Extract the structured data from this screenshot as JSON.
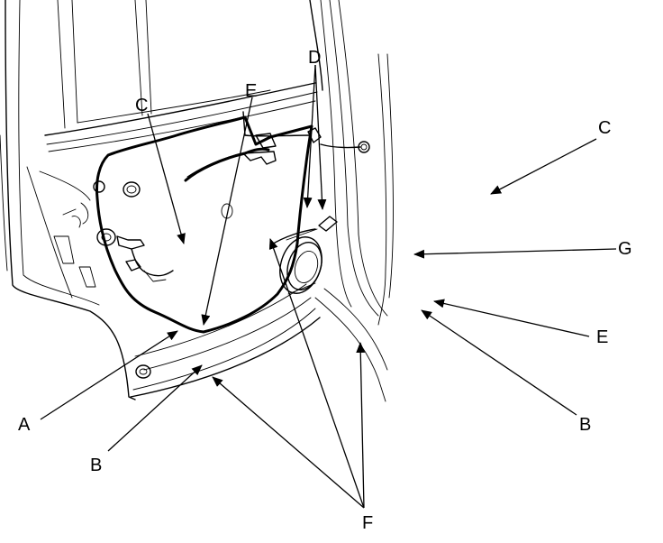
{
  "callouts": [
    {
      "id": "A",
      "text": "A"
    },
    {
      "id": "B",
      "text": "B"
    },
    {
      "id": "C",
      "text": "C"
    },
    {
      "id": "D",
      "text": "D"
    },
    {
      "id": "E",
      "text": "E"
    },
    {
      "id": "F",
      "text": "F"
    },
    {
      "id": "G",
      "text": "G"
    }
  ]
}
